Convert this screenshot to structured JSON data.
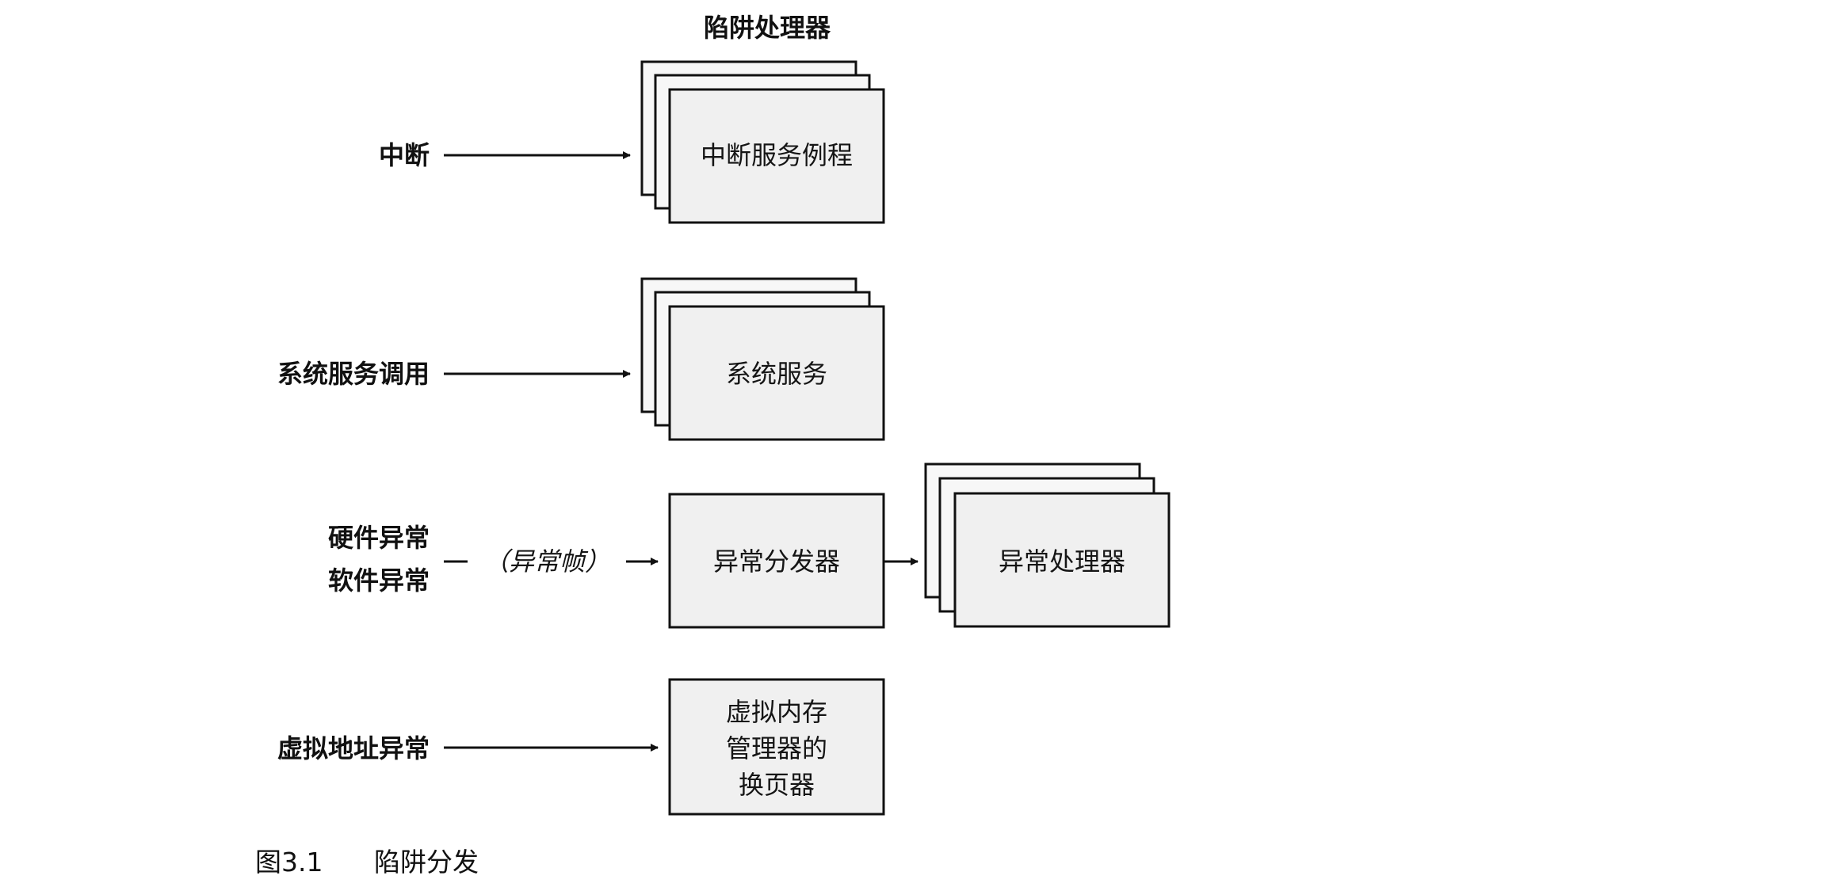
{
  "header": {
    "trap_handlers": "陷阱处理器"
  },
  "sources": {
    "interrupt": "中断",
    "system_service_call": "系统服务调用",
    "hardware_exception": "硬件异常",
    "software_exception": "软件异常",
    "exception_frame": "（异常帧）",
    "virtual_address_exception": "虚拟地址异常"
  },
  "handlers": {
    "interrupt_service_routines": "中断服务例程",
    "system_services": "系统服务",
    "exception_dispatcher": "异常分发器",
    "exception_handlers": "异常处理器",
    "vm_pager_lines": [
      "虚拟内存",
      "管理器的",
      "换页器"
    ]
  },
  "caption": {
    "figure_number": "图3.1",
    "figure_title": "陷阱分发"
  }
}
